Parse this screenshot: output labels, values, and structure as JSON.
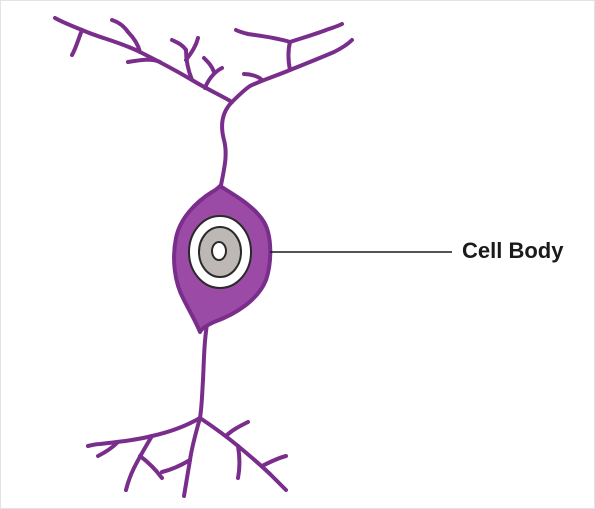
{
  "diagram": {
    "title": "",
    "labels": {
      "cell_body": "Cell Body"
    },
    "colors": {
      "membrane": "#7a2e8c",
      "cytoplasm": "#9b4aa6",
      "nucleus_ring": "#ffffff",
      "nucleus": "#bdb7b5",
      "nucleus_outline": "#2a2a2a",
      "nucleolus": "#ffffff",
      "leader_line": "#1a1a1a",
      "frame": "#e3e3e3"
    },
    "parts": [
      "dendrites",
      "cell-body",
      "nucleus",
      "nucleolus",
      "axon",
      "axon-terminals"
    ]
  }
}
